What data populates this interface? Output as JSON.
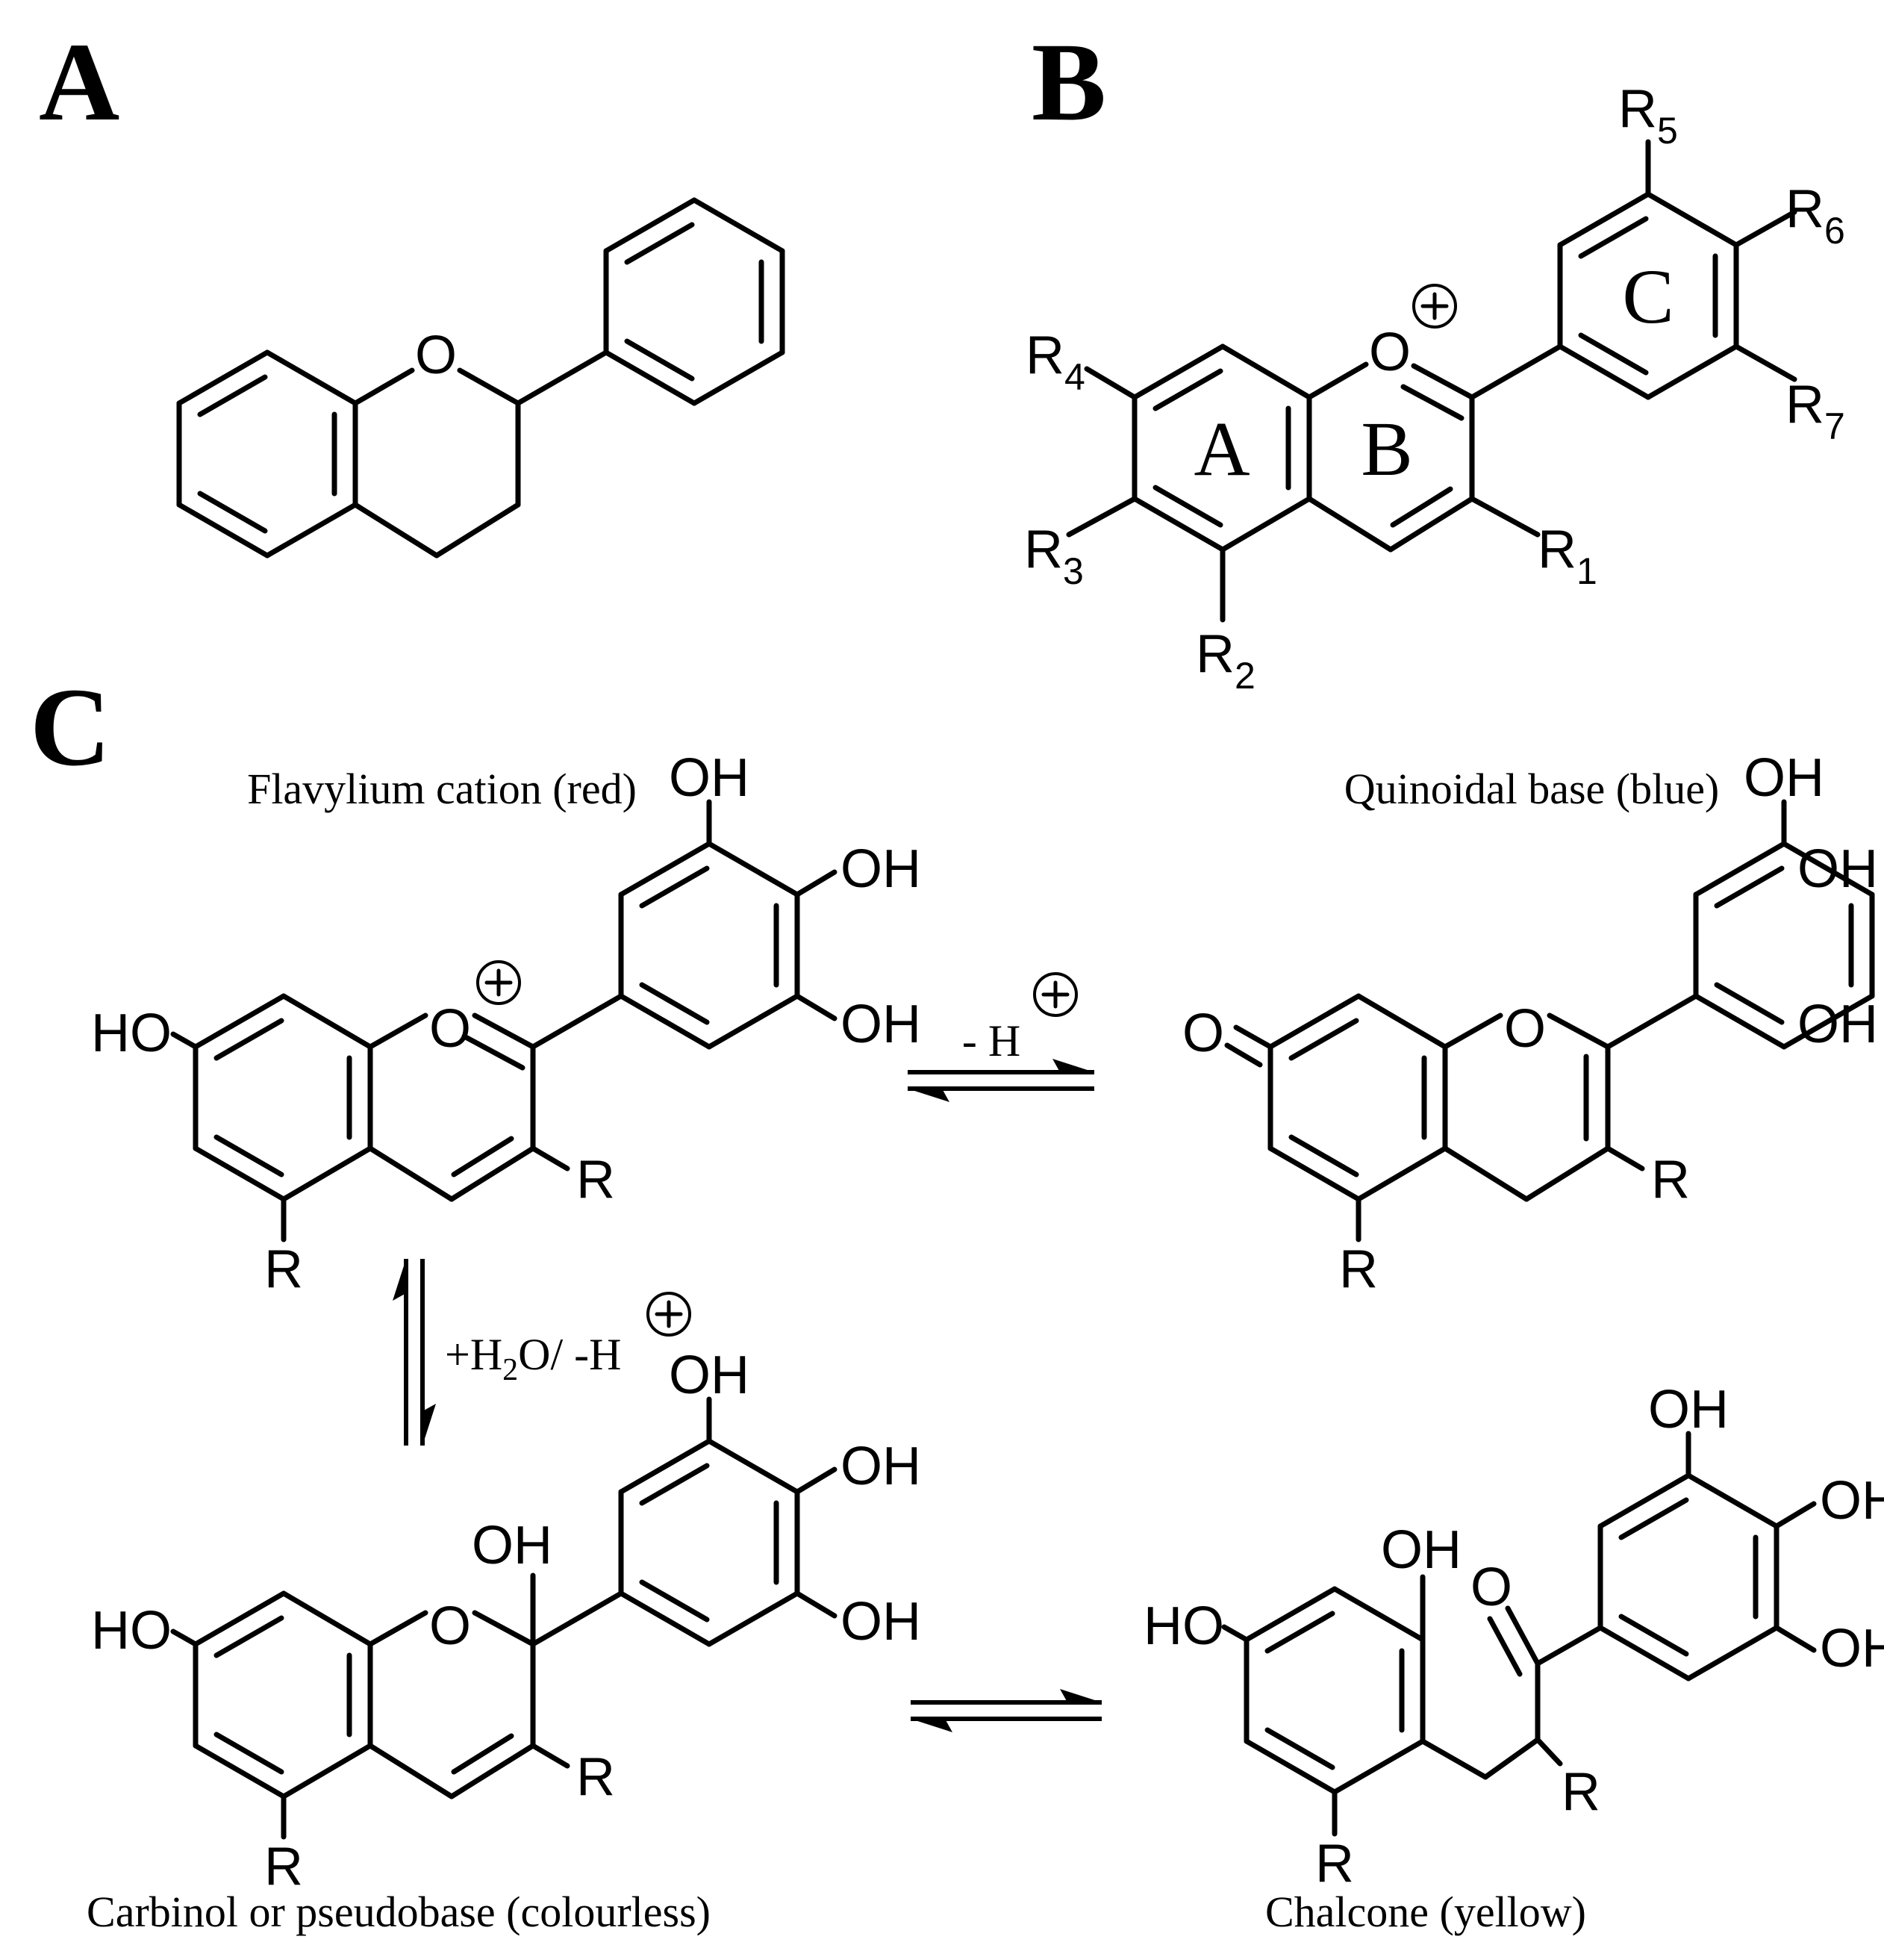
{
  "panels": {
    "A": {
      "letter": "A"
    },
    "B": {
      "letter": "B",
      "ring_labels": [
        "A",
        "B",
        "C"
      ],
      "substituents": [
        {
          "main": "R",
          "sub": "1"
        },
        {
          "main": "R",
          "sub": "2"
        },
        {
          "main": "R",
          "sub": "3"
        },
        {
          "main": "R",
          "sub": "4"
        },
        {
          "main": "R",
          "sub": "5"
        },
        {
          "main": "R",
          "sub": "6"
        },
        {
          "main": "R",
          "sub": "7"
        }
      ],
      "oxygen": "O"
    },
    "C": {
      "letter": "C",
      "species": {
        "flavylium": "Flavylium cation (red)",
        "quinoidal": "Quinoidal base (blue)",
        "carbinol": "Carbinol or pseudobase (colourless)",
        "chalcone": "Chalcone (yellow)"
      },
      "conditions": {
        "deprotonation": "- H",
        "hydration_a": "+H",
        "hydration_sub": "2",
        "hydration_b": "O/ -H"
      },
      "atoms": {
        "OH": "OH",
        "HO": "HO",
        "O": "O",
        "R": "R"
      }
    }
  }
}
